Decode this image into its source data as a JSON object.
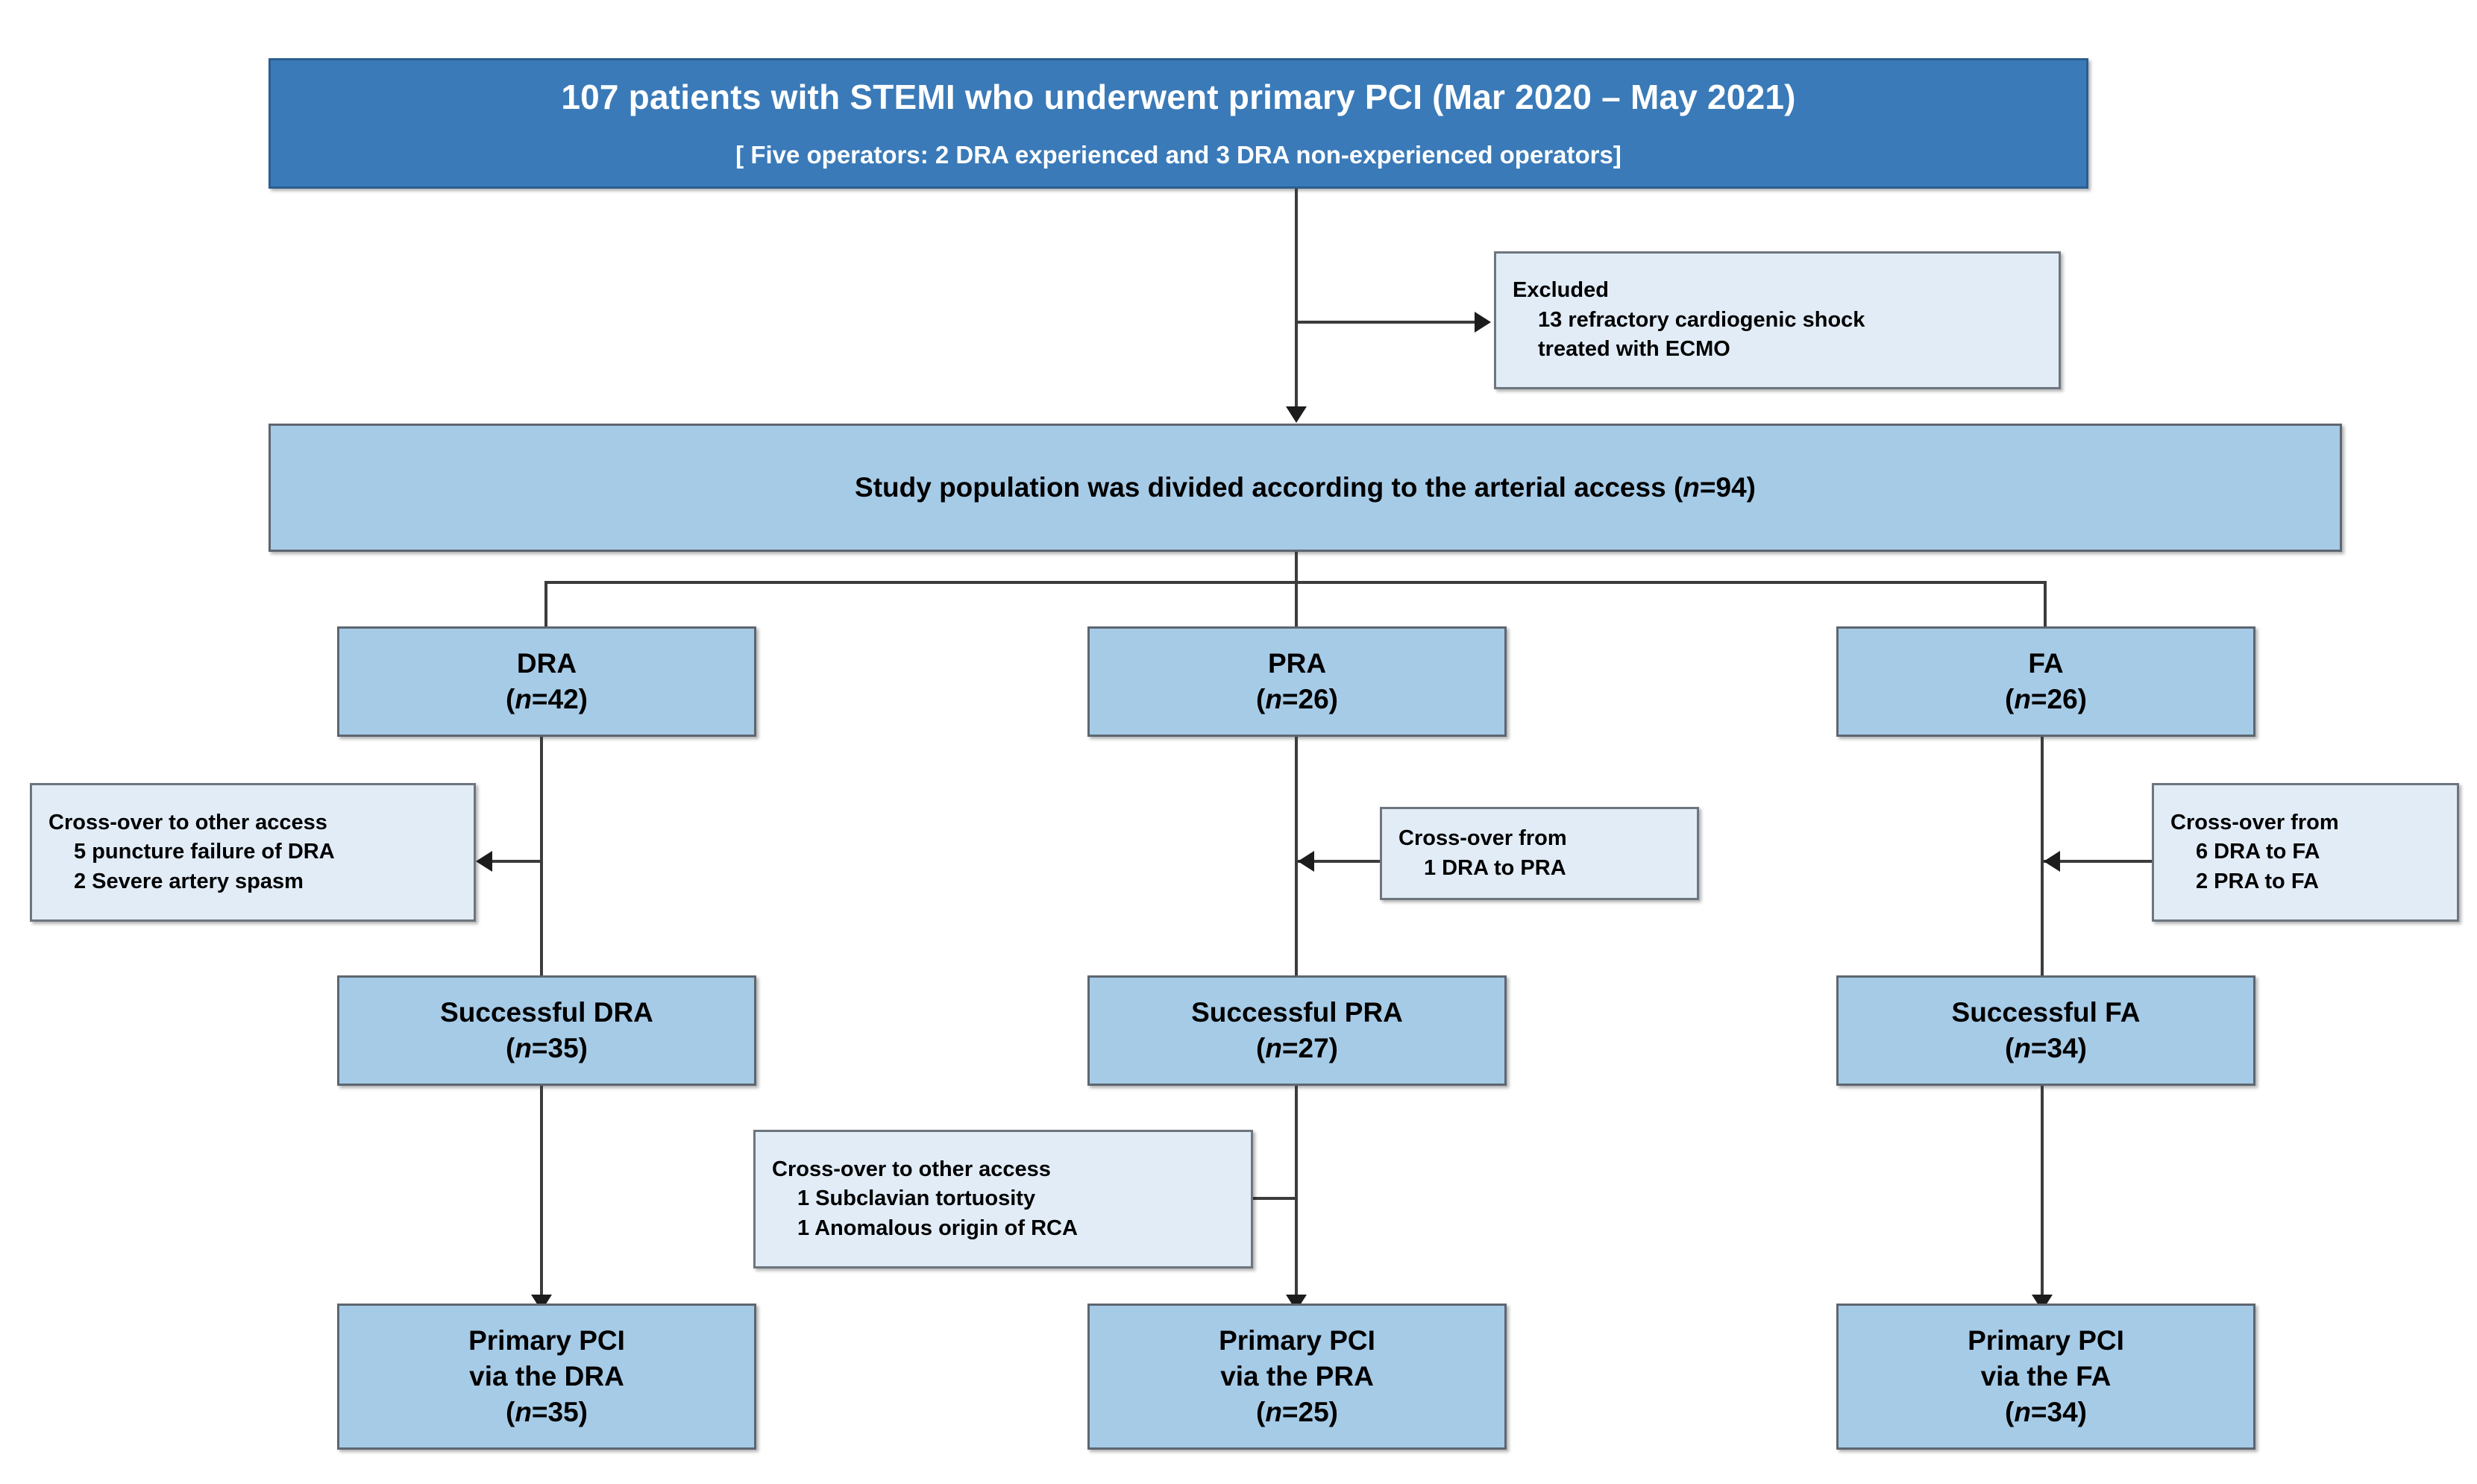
{
  "diagram": {
    "type": "flowchart",
    "title": "STEMI primary PCI arterial access study flow diagram",
    "colors": {
      "header_fill": "#3a7ab8",
      "header_text": "#ffffff",
      "node_fill": "#a6cbe7",
      "note_fill": "#e1ecf7",
      "border": "#5d6670",
      "connector": "#3c3c3c"
    }
  },
  "header": {
    "title": "107 patients with STEMI who underwent primary PCI (Mar 2020 –  May 2021)",
    "subtitle": "[ Five operators: 2 DRA experienced and 3 DRA non-experienced operators]"
  },
  "excluded": {
    "lines": [
      "Excluded",
      "13 refractory cardiogenic shock",
      "treated with ECMO"
    ]
  },
  "population": {
    "text_before": "Study population was divided according to the arterial access (",
    "n_italic": "n",
    "text_after": "=94)"
  },
  "columns": [
    {
      "key": "dra",
      "access": {
        "label": "DRA",
        "n": "(n=42)",
        "n_italic": "n",
        "n_rest": "=42)"
      },
      "successful": {
        "label": "Successful DRA",
        "n_italic": "n",
        "n_rest": "=35)"
      },
      "outcome": {
        "line1": "Primary PCI",
        "line2": "via the DRA",
        "n_italic": "n",
        "n_rest": "=35)"
      }
    },
    {
      "key": "pra",
      "access": {
        "label": "PRA",
        "n": "(n=26)",
        "n_italic": "n",
        "n_rest": "=26)"
      },
      "successful": {
        "label": "Successful PRA",
        "n_italic": "n",
        "n_rest": "=27)"
      },
      "outcome": {
        "line1": "Primary PCI",
        "line2": "via the PRA",
        "n_italic": "n",
        "n_rest": "=25)"
      }
    },
    {
      "key": "fa",
      "access": {
        "label": "FA",
        "n": "(n=26)",
        "n_italic": "n",
        "n_rest": "=26)"
      },
      "successful": {
        "label": "Successful FA",
        "n_italic": "n",
        "n_rest": "=34)"
      },
      "outcome": {
        "line1": "Primary PCI",
        "line2": "via the FA",
        "n_italic": "n",
        "n_rest": "=34)"
      }
    }
  ],
  "notes": {
    "dra_crossover_out": {
      "lines": [
        "Cross-over to other access",
        "5 puncture failure of DRA",
        "2 Severe artery spasm"
      ]
    },
    "pra_crossover_in": {
      "lines": [
        "Cross-over from",
        "1 DRA to PRA"
      ]
    },
    "fa_crossover_in": {
      "lines": [
        "Cross-over from",
        "6 DRA to FA",
        "2 PRA to FA"
      ]
    },
    "pra_crossover_out": {
      "lines": [
        "Cross-over to other access",
        "1 Subclavian tortuosity",
        "1 Anomalous origin of RCA"
      ]
    }
  }
}
